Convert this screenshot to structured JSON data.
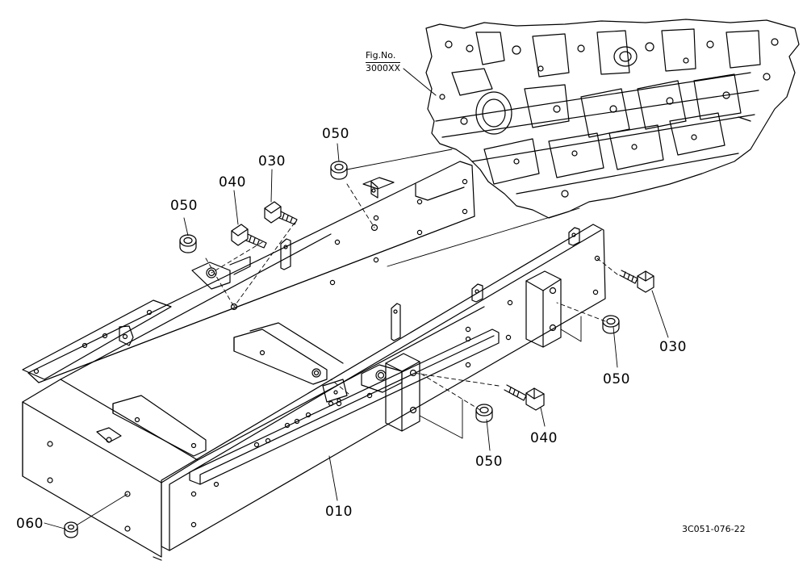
{
  "figure_ref": {
    "line1": "Fig.No.",
    "line2": "3000XX"
  },
  "callouts": {
    "c050_top": "050",
    "c030_left": "030",
    "c040_left": "040",
    "c050_left": "050",
    "c030_right": "030",
    "c050_right": "050",
    "c040_right": "040",
    "c050_bottom": "050",
    "c010": "010",
    "c060": "060"
  },
  "drawing_code": "3C051-076-22"
}
